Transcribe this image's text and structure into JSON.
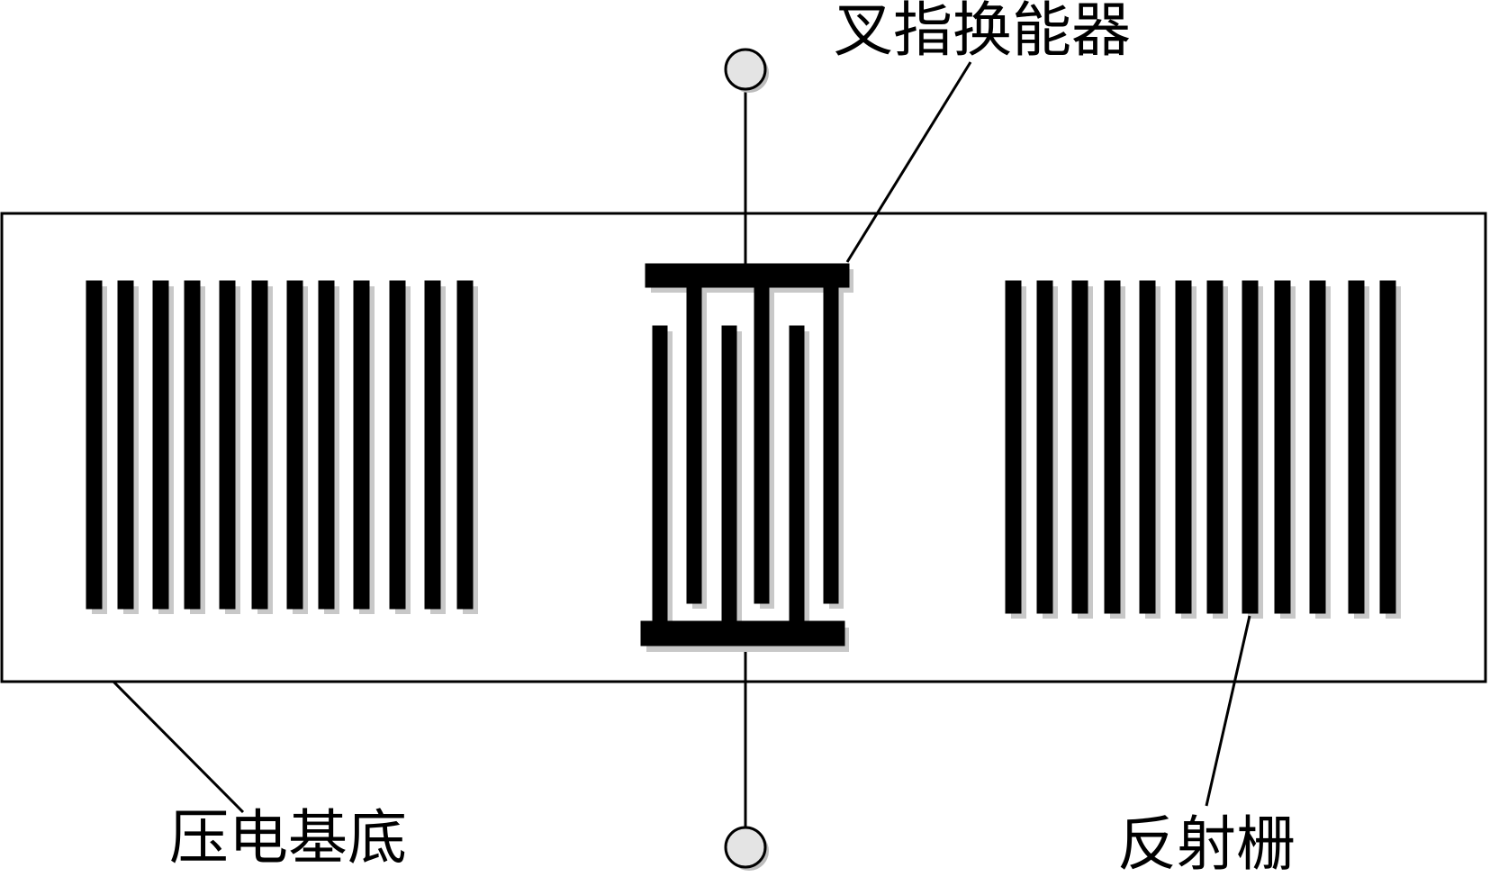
{
  "labels": {
    "idt": "叉指换能器",
    "substrate": "压电基底",
    "reflector": "反射栅"
  },
  "colors": {
    "ink": "#000000",
    "background": "#ffffff",
    "shadow": "#c8c8c8",
    "terminal": "#e4e4e4"
  },
  "structure": {
    "left_reflector_strip_count": 12,
    "right_reflector_strip_count": 12,
    "idt_finger_count": 6
  }
}
